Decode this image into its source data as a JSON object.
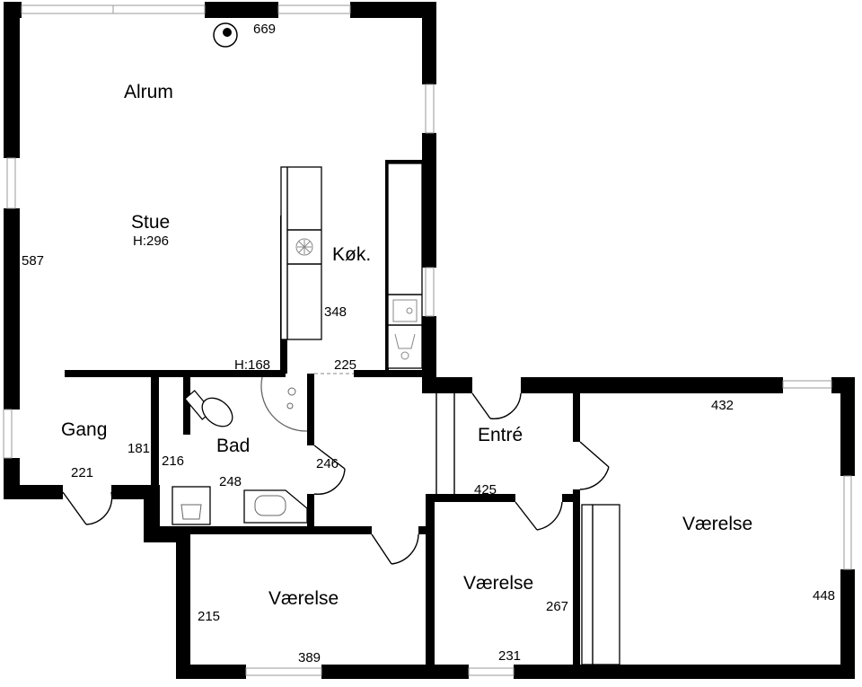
{
  "rooms": {
    "alrum": "Alrum",
    "stue": "Stue",
    "stue_height": "H:296",
    "kok": "Køk.",
    "gang": "Gang",
    "bad": "Bad",
    "entre": "Entré",
    "vaerelse_east": "Værelse",
    "vaerelse_south": "Værelse",
    "vaerelse_mid": "Værelse"
  },
  "dimensions": {
    "d669": "669",
    "d587": "587",
    "d348": "348",
    "h168": "H:168",
    "d225": "225",
    "d432": "432",
    "d181": "181",
    "d216": "216",
    "d221": "221",
    "d248": "248",
    "d246": "246",
    "d425": "425",
    "d448": "448",
    "d215": "215",
    "d389": "389",
    "d267": "267",
    "d231": "231"
  },
  "symbols": [
    "stove-icon",
    "fireplace-icon",
    "sink-icon",
    "washer-icon",
    "toilet-icon",
    "shower-icon",
    "washbasin-icon",
    "vanity-icon"
  ]
}
